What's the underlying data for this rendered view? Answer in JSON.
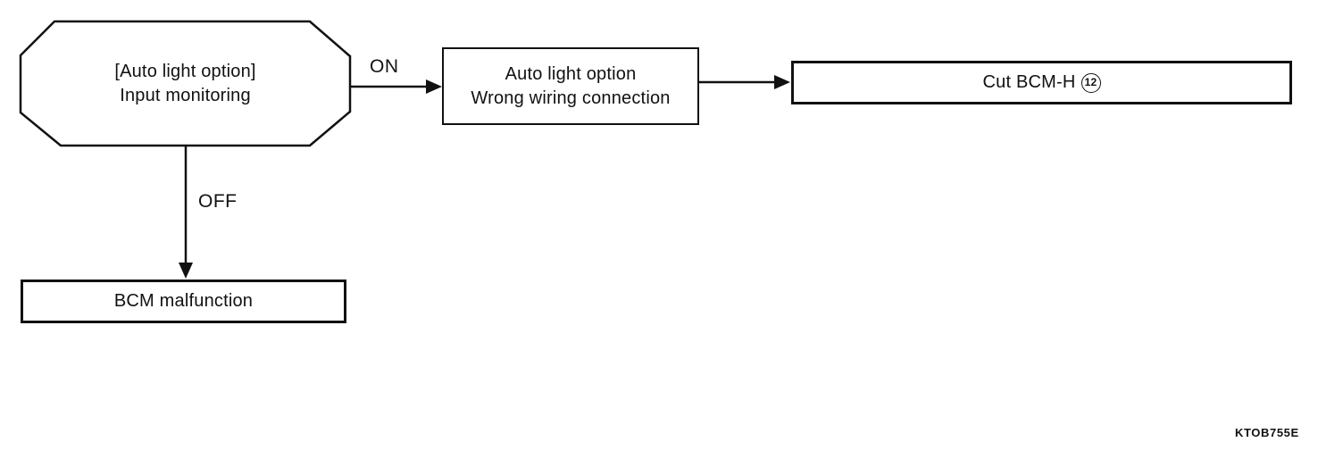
{
  "diagram": {
    "start_node": {
      "line1": "[Auto light option]",
      "line2": "Input monitoring"
    },
    "branches": {
      "on_label": "ON",
      "off_label": "OFF"
    },
    "wrong_wiring_box": {
      "line1": "Auto light option",
      "line2": "Wrong wiring connection"
    },
    "cut_bcm_box": {
      "label": "Cut BCM-H",
      "circled_number": "12"
    },
    "bcm_malfunction_box": {
      "label": "BCM malfunction"
    },
    "figure_code": "KTOB755E",
    "colors": {
      "line": "#111111",
      "background": "#ffffff"
    }
  }
}
